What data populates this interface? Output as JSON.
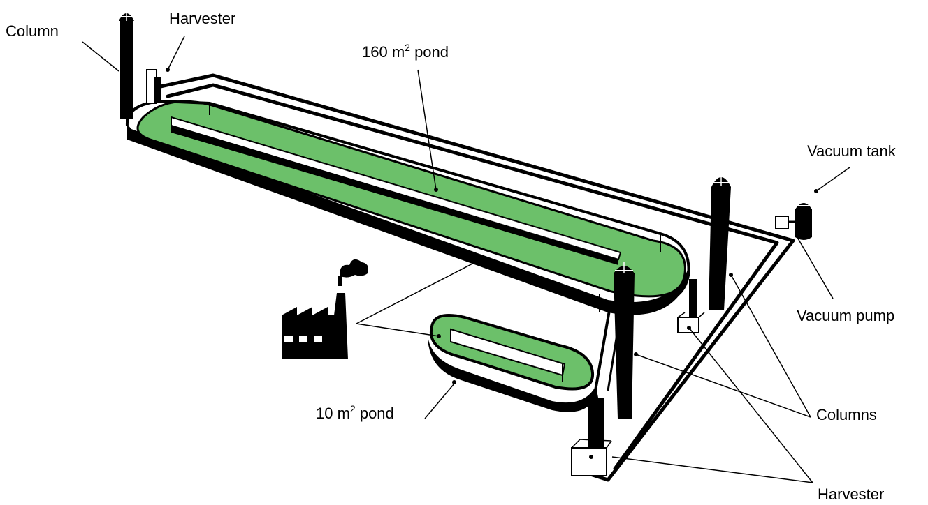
{
  "colors": {
    "pond_fill": "#6CC06A",
    "outline": "#000000",
    "background": "#ffffff"
  },
  "icons": [
    "factory-icon",
    "column-icon",
    "harvester-icon",
    "vacuum-tank-icon",
    "vacuum-pump-icon"
  ],
  "labels": {
    "column": "Column",
    "harvester_top": "Harvester",
    "pond_large_num": "160 m",
    "pond_large_sup": "2",
    "pond_large_unit": " pond",
    "pond_small_num": "10 m",
    "pond_small_sup": "2",
    "pond_small_unit": " pond",
    "vacuum_tank": "Vacuum tank",
    "vacuum_pump": "Vacuum pump",
    "columns": "Columns",
    "harvester_bottom": "Harvester"
  }
}
